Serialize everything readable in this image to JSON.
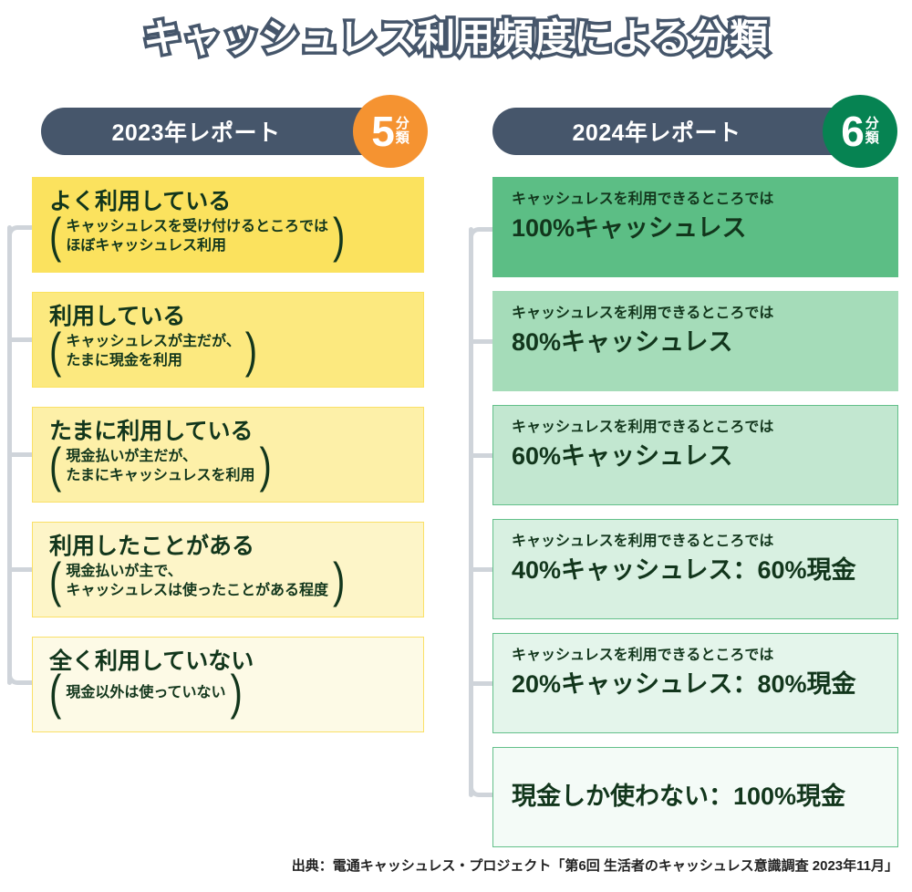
{
  "title": "キャッシュレス利用頻度による分類",
  "colors": {
    "pill": "#46566b",
    "badge_2023": "#F59331",
    "badge_2024": "#068352",
    "bracket": "#cfd4da",
    "text_dark": "#12361c"
  },
  "columns": [
    {
      "key": "report2023",
      "header_label": "2023年レポート",
      "badge_number": "5",
      "badge_unit_top": "分",
      "badge_unit_bottom": "類",
      "cards": [
        {
          "title": "よく利用している",
          "sub_lines": [
            "キャッシュレスを受け付けるところでは",
            "ほぼキャッシュレス利用"
          ],
          "bg": "#FBE25E",
          "border": "#FBE25E"
        },
        {
          "title": "利用している",
          "sub_lines": [
            "キャッシュレスが主だが、",
            "たまに現金を利用"
          ],
          "bg": "#FCE97F",
          "border": "#FBE25E"
        },
        {
          "title": "たまに利用している",
          "sub_lines": [
            "現金払いが主だが、",
            "たまにキャッシュレスを利用"
          ],
          "bg": "#FDF0A8",
          "border": "#FAE067"
        },
        {
          "title": "利用したことがある",
          "sub_lines": [
            "現金払いが主で、",
            "キャッシュレスは使ったことがある程度"
          ],
          "bg": "#FDF5C8",
          "border": "#FAE067"
        },
        {
          "title": "全く利用していない",
          "sub_lines": [
            "現金以外は使っていない"
          ],
          "bg": "#FDFAE6",
          "border": "#FAE067"
        }
      ]
    },
    {
      "key": "report2024",
      "header_label": "2024年レポート",
      "badge_number": "6",
      "badge_unit_top": "分",
      "badge_unit_bottom": "類",
      "cards": [
        {
          "caption": "キャッシュレスを利用できるところでは",
          "value": "100%キャッシュレス",
          "bg": "#5CBE85",
          "border": "#5CBE85"
        },
        {
          "caption": "キャッシュレスを利用できるところでは",
          "value": "80%キャッシュレス",
          "bg": "#A5DCB9",
          "border": "#A5DCB9"
        },
        {
          "caption": "キャッシュレスを利用できるところでは",
          "value": "60%キャッシュレス",
          "bg": "#C2E7D0",
          "border": "#63C08A"
        },
        {
          "caption": "キャッシュレスを利用できるところでは",
          "value": "40%キャッシュレス：60%現金",
          "bg": "#D8F0E1",
          "border": "#63C08A"
        },
        {
          "caption": "キャッシュレスを利用できるところでは",
          "value": "20%キャッシュレス：80%現金",
          "bg": "#E4F5EB",
          "border": "#63C08A"
        },
        {
          "caption": "",
          "value": "現金しか使わない：100%現金",
          "bg": "#F4FBF7",
          "border": "#63C08A"
        }
      ]
    }
  ],
  "footer": {
    "source": "出典：電通キャッシュレス・プロジェクト「第6回 生活者のキャッシュレス意識調査 2023年11月」"
  }
}
